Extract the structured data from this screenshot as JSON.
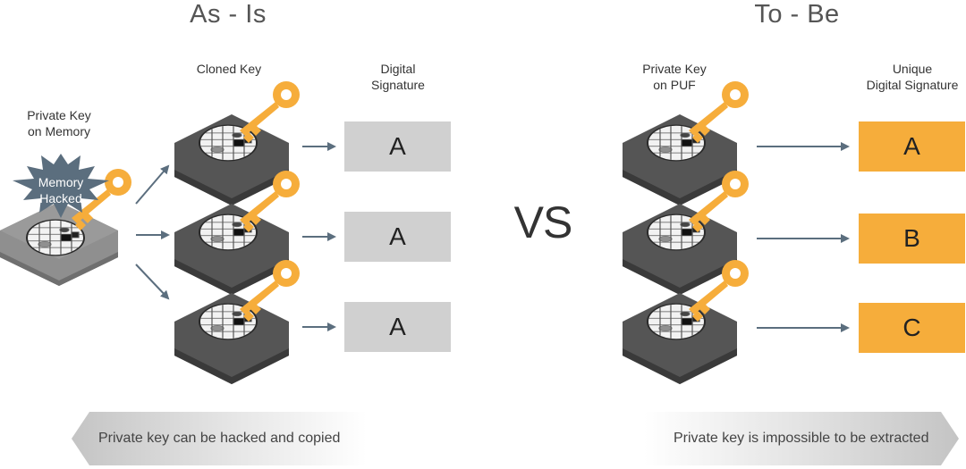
{
  "as_is": {
    "title": "As - Is",
    "source_label_line1": "Private Key",
    "source_label_line2": "on Memory",
    "burst_line1": "Memory",
    "burst_line2": "Hacked",
    "cloned_key_label": "Cloned Key",
    "signature_label_line1": "Digital",
    "signature_label_line2": "Signature",
    "signatures": [
      "A",
      "A",
      "A"
    ],
    "banner_text": "Private key can be hacked and copied"
  },
  "vs_label": "VS",
  "to_be": {
    "title": "To - Be",
    "key_label_line1": "Private Key",
    "key_label_line2": "on PUF",
    "signature_label_line1": "Unique",
    "signature_label_line2": "Digital Signature",
    "signatures": [
      "A",
      "B",
      "C"
    ],
    "banner_text": "Private key is impossible to be extracted"
  },
  "colors": {
    "key_orange": "#f6ad3b",
    "chip_dark": "#4d4d4d",
    "chip_light": "#8a8a8a",
    "signature_gray": "#d0d0d0",
    "signature_orange": "#f6ad3b",
    "arrow": "#5b6e7e",
    "burst": "#5b6e7e"
  }
}
